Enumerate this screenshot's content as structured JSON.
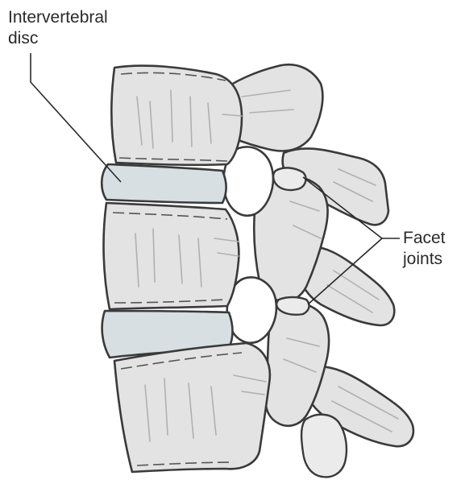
{
  "labels": {
    "intervertebral_disc": [
      "Intervertebral",
      "disc"
    ],
    "facet_joints": [
      "Facet",
      "joints"
    ]
  },
  "colors": {
    "bone_fill": "#e3e3e3",
    "disc_fill": "#d7dfe3",
    "outline": "#3a3a3a",
    "text": "#2a2a2a"
  }
}
